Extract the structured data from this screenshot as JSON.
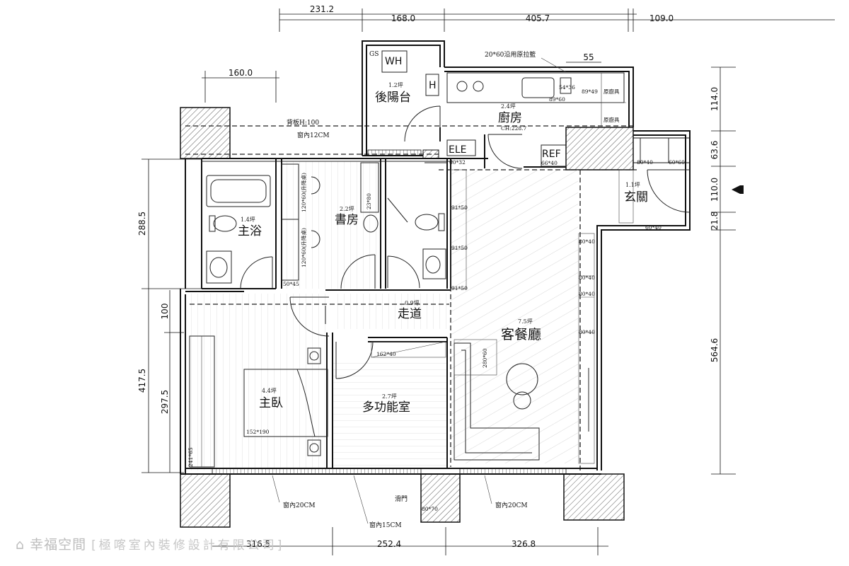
{
  "rooms": {
    "back_balcony": {
      "label": "後陽台",
      "area": "1.2坪"
    },
    "kitchen": {
      "label": "廚房",
      "area": "2.4坪",
      "note": "CH:228.7"
    },
    "master_bath": {
      "label": "主浴",
      "area": "1.4坪"
    },
    "study": {
      "label": "書房",
      "area": "2.2坪"
    },
    "entrance": {
      "label": "玄關",
      "area": "1.1坪"
    },
    "corridor": {
      "label": "走道",
      "area": "0.9坪"
    },
    "living_dining": {
      "label": "客餐廳",
      "area": "7.5坪"
    },
    "master_bedroom": {
      "label": "主臥",
      "area": "4.4坪",
      "bed": "152*190"
    },
    "multipurpose": {
      "label": "多功能室",
      "area": "2.7坪"
    }
  },
  "equipment": {
    "water_heater": "WH",
    "gas": "GS",
    "h": "H",
    "elevator": "ELE",
    "fridge": "REF"
  },
  "dimensions": {
    "top": [
      "231.2",
      "168.0",
      "405.7",
      "109.0"
    ],
    "top2": [
      "160.0",
      "55"
    ],
    "left": [
      "288.5",
      "100",
      "417.5",
      "297.5"
    ],
    "right": [
      "114.0",
      "63.6",
      "110.0",
      "21.8",
      "564.6"
    ],
    "bottom": [
      "316.5",
      "252.4",
      "326.8"
    ]
  },
  "notes": {
    "pull_basket": "20*60沿用原拉籃",
    "backboard": "背板H:100",
    "cabinet_depth_12": "窗內12CM",
    "desk_1": "120*60(升降桌)",
    "desk_2": "120*60(升降桌)",
    "dim_23_80": "23*80",
    "dim_50_45": "50*45",
    "dim_54_36": "54*36",
    "dim_89_49": "89*49",
    "dim_89_60": "89*60",
    "orig_cabinet_1": "原廚具",
    "orig_cabinet_2": "原廚具",
    "dim_60_32": "60*32",
    "dim_66_40": "66*40",
    "dim_80_40": "80*40",
    "dim_91_50_a": "91*50",
    "dim_91_50_b": "91*50",
    "dim_91_50_c": "91*50",
    "dim_80_40_a": "80*40",
    "dim_80_40_b": "80*40",
    "dim_80_40_c": "80*40",
    "dim_80_40_d": "80*40",
    "dim_162_40": "162*40",
    "dim_280_60": "280*60",
    "dim_241_65": "241*65",
    "window_20_left": "窗內20CM",
    "window_15": "窗內15CM",
    "window_20_right": "窗內20CM",
    "sliding_door": "滑門",
    "dim_80_70": "80*70",
    "dim_60_40": "60*40",
    "dim_60_60": "60*60"
  },
  "watermark": {
    "brand": "幸福空間",
    "company": "[極喀室內裝修設計有限公司]"
  },
  "colors": {
    "line": "#111111",
    "watermark": "#bdbdbd"
  }
}
